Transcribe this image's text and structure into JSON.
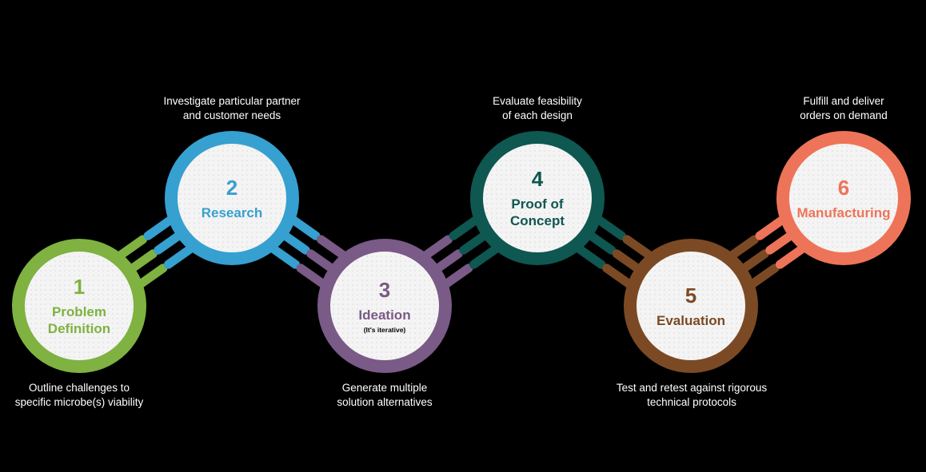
{
  "steps": [
    {
      "number": "1",
      "title_lines": [
        "Problem",
        "Definition"
      ],
      "subtitle": "",
      "caption_lines": [
        "Outline challenges to",
        "specific microbe(s) viability"
      ],
      "color": "#7fb241"
    },
    {
      "number": "2",
      "title_lines": [
        "Research"
      ],
      "subtitle": "",
      "caption_lines": [
        "Investigate particular partner",
        "and customer needs"
      ],
      "color": "#36a0d0"
    },
    {
      "number": "3",
      "title_lines": [
        "Ideation"
      ],
      "subtitle": "(It's iterative)",
      "caption_lines": [
        "Generate multiple",
        "solution alternatives"
      ],
      "color": "#7a5a86"
    },
    {
      "number": "4",
      "title_lines": [
        "Proof of",
        "Concept"
      ],
      "subtitle": "",
      "caption_lines": [
        "Evaluate feasibility",
        "of each design"
      ],
      "color": "#0f5751"
    },
    {
      "number": "5",
      "title_lines": [
        "Evaluation"
      ],
      "subtitle": "",
      "caption_lines": [
        "Test and retest against rigorous",
        "technical protocols"
      ],
      "color": "#7b4a24"
    },
    {
      "number": "6",
      "title_lines": [
        "Manufacturing"
      ],
      "subtitle": "",
      "caption_lines": [
        "Fulfill and deliver",
        "orders on demand"
      ],
      "color": "#ee7459"
    }
  ]
}
